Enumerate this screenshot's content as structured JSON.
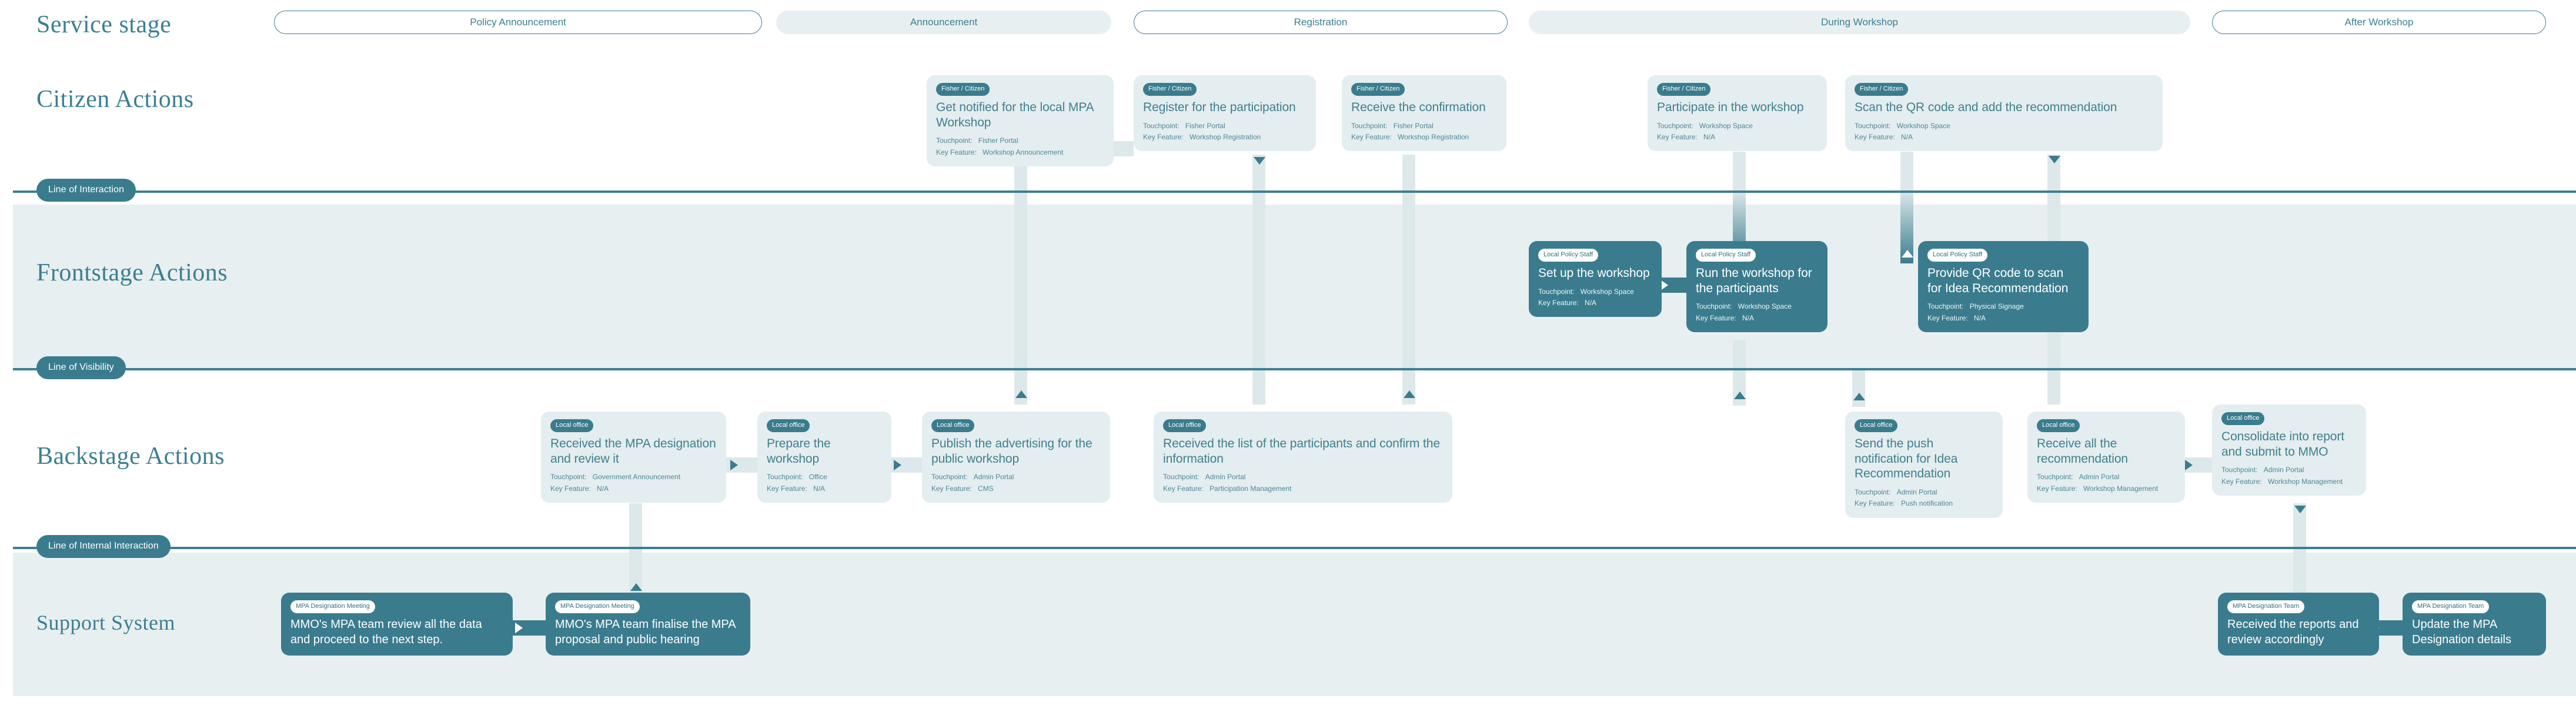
{
  "header": {
    "row_label": "Service stage",
    "stages": [
      {
        "label": "Policy Announcement",
        "style": "outline"
      },
      {
        "label": "Announcement",
        "style": "filled"
      },
      {
        "label": "Registration",
        "style": "outline"
      },
      {
        "label": "During Workshop",
        "style": "filled"
      },
      {
        "label": "After Workshop",
        "style": "outline"
      }
    ]
  },
  "rows": {
    "citizen": "Citizen Actions",
    "frontstage": "Frontstage Actions",
    "backstage": "Backstage Actions",
    "support": "Support System"
  },
  "lines": {
    "interaction": "Line of Interaction",
    "visibility": "Line of Visibility",
    "internal_interaction": "Line of Internal Interaction"
  },
  "labels": {
    "touchpoint": "Touchpoint:",
    "key_feature": "Key Feature:"
  },
  "colors": {
    "accent": "#3a7c8e",
    "card_light": "#e4edef",
    "band": "#e8eff0",
    "text_teal": "#40808f"
  },
  "citizen_actions": [
    {
      "tag": "Fisher / Citizen",
      "title": "Get notified for the local MPA Workshop",
      "touchpoint": "Fisher Portal",
      "key_feature": "Workshop Announcement"
    },
    {
      "tag": "Fisher / Citizen",
      "title": "Register for the participation",
      "touchpoint": "Fisher Portal",
      "key_feature": "Workshop Registration"
    },
    {
      "tag": "Fisher / Citizen",
      "title": "Receive the confirmation",
      "touchpoint": "Fisher Portal",
      "key_feature": "Workshop Registration"
    },
    {
      "tag": "Fisher / Citizen",
      "title": "Participate in the workshop",
      "touchpoint": "Workshop Space",
      "key_feature": "N/A"
    },
    {
      "tag": "Fisher / Citizen",
      "title": "Scan the QR code and add the recommendation",
      "touchpoint": "Workshop Space",
      "key_feature": "N/A"
    }
  ],
  "frontstage_actions": [
    {
      "tag": "Local Policy Staff",
      "title": "Set up the workshop",
      "touchpoint": "Workshop Space",
      "key_feature": "N/A"
    },
    {
      "tag": "Local Policy Staff",
      "title": "Run the workshop for the participants",
      "touchpoint": "Workshop Space",
      "key_feature": "N/A"
    },
    {
      "tag": "Local Policy Staff",
      "title": "Provide QR code to scan for Idea Recommendation",
      "touchpoint": "Physical Signage",
      "key_feature": "N/A"
    }
  ],
  "backstage_actions": [
    {
      "tag": "Local office",
      "title": "Received the MPA designation and review it",
      "touchpoint": "Government Announcement",
      "key_feature": "N/A"
    },
    {
      "tag": "Local office",
      "title": "Prepare the workshop",
      "touchpoint": "Office",
      "key_feature": "N/A"
    },
    {
      "tag": "Local office",
      "title": "Publish the advertising for the public workshop",
      "touchpoint": "Admin Portal",
      "key_feature": "CMS"
    },
    {
      "tag": "Local office",
      "title": "Received the list of the participants and confirm the information",
      "touchpoint": "Admin Portal",
      "key_feature": "Participation Management"
    },
    {
      "tag": "Local office",
      "title": "Send the push notification for Idea Recommendation",
      "touchpoint": "Admin Portal",
      "key_feature": "Push notification"
    },
    {
      "tag": "Local office",
      "title": "Receive all the recommendation",
      "touchpoint": "Admin Portal",
      "key_feature": "Workshop Management"
    },
    {
      "tag": "Local office",
      "title": "Consolidate into report and submit to MMO",
      "touchpoint": "Admin Portal",
      "key_feature": "Workshop Management"
    }
  ],
  "support_system": [
    {
      "tag": "MPA Designation Meeting",
      "title": "MMO's MPA team review all the data and proceed to the next step."
    },
    {
      "tag": "MPA Designation Meeting",
      "title": "MMO's MPA team finalise the MPA proposal and public hearing"
    },
    {
      "tag": "MPA Designation Team",
      "title": "Received the reports and review accordingly"
    },
    {
      "tag": "MPA Designation Team",
      "title": "Update the MPA Designation details"
    }
  ]
}
